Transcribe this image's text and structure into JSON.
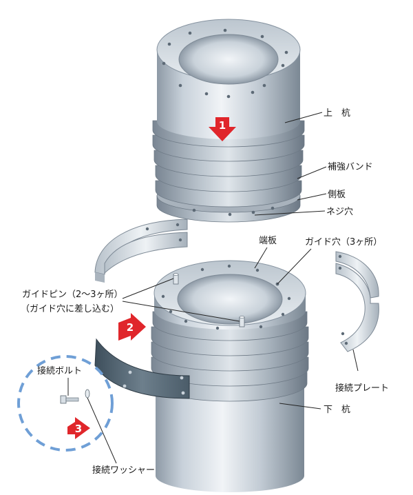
{
  "labels": {
    "upper_pile": "上　杭",
    "reinforcing_band": "補強バンド",
    "side_plate": "側板",
    "screw_hole": "ネジ穴",
    "end_plate": "端板",
    "guide_hole": "ガイド穴（3ヶ所）",
    "guide_pin_line1": "ガイドピン（2〜3ヶ所）",
    "guide_pin_line2": "（ガイド穴に差し込む）",
    "connection_bolt": "接続ボルト",
    "connection_plate": "接続プレート",
    "lower_pile": "下　杭",
    "connection_washer": "接続ワッシャー"
  },
  "steps": [
    {
      "number": "1"
    },
    {
      "number": "2"
    },
    {
      "number": "3"
    }
  ],
  "colors": {
    "arrow_red": "#e0262b",
    "steel_light": "#e4eaf0",
    "steel_dark": "#7f8c99",
    "callout_circle": "#6f9fd6",
    "plate_dark": "#465866"
  }
}
